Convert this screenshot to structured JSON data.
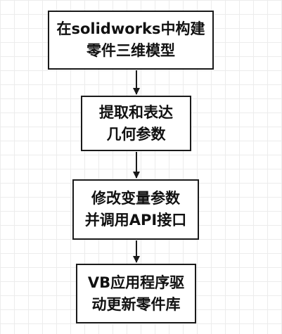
{
  "flowchart": {
    "steps": [
      {
        "lines": [
          "在solidworks中构建",
          "零件三维模型"
        ]
      },
      {
        "lines": [
          "提取和表达",
          "几何参数"
        ]
      },
      {
        "lines": [
          "修改变量参数",
          "并调用API接口"
        ]
      },
      {
        "lines": [
          "VB应用程序驱",
          "动更新零件库"
        ]
      }
    ]
  }
}
